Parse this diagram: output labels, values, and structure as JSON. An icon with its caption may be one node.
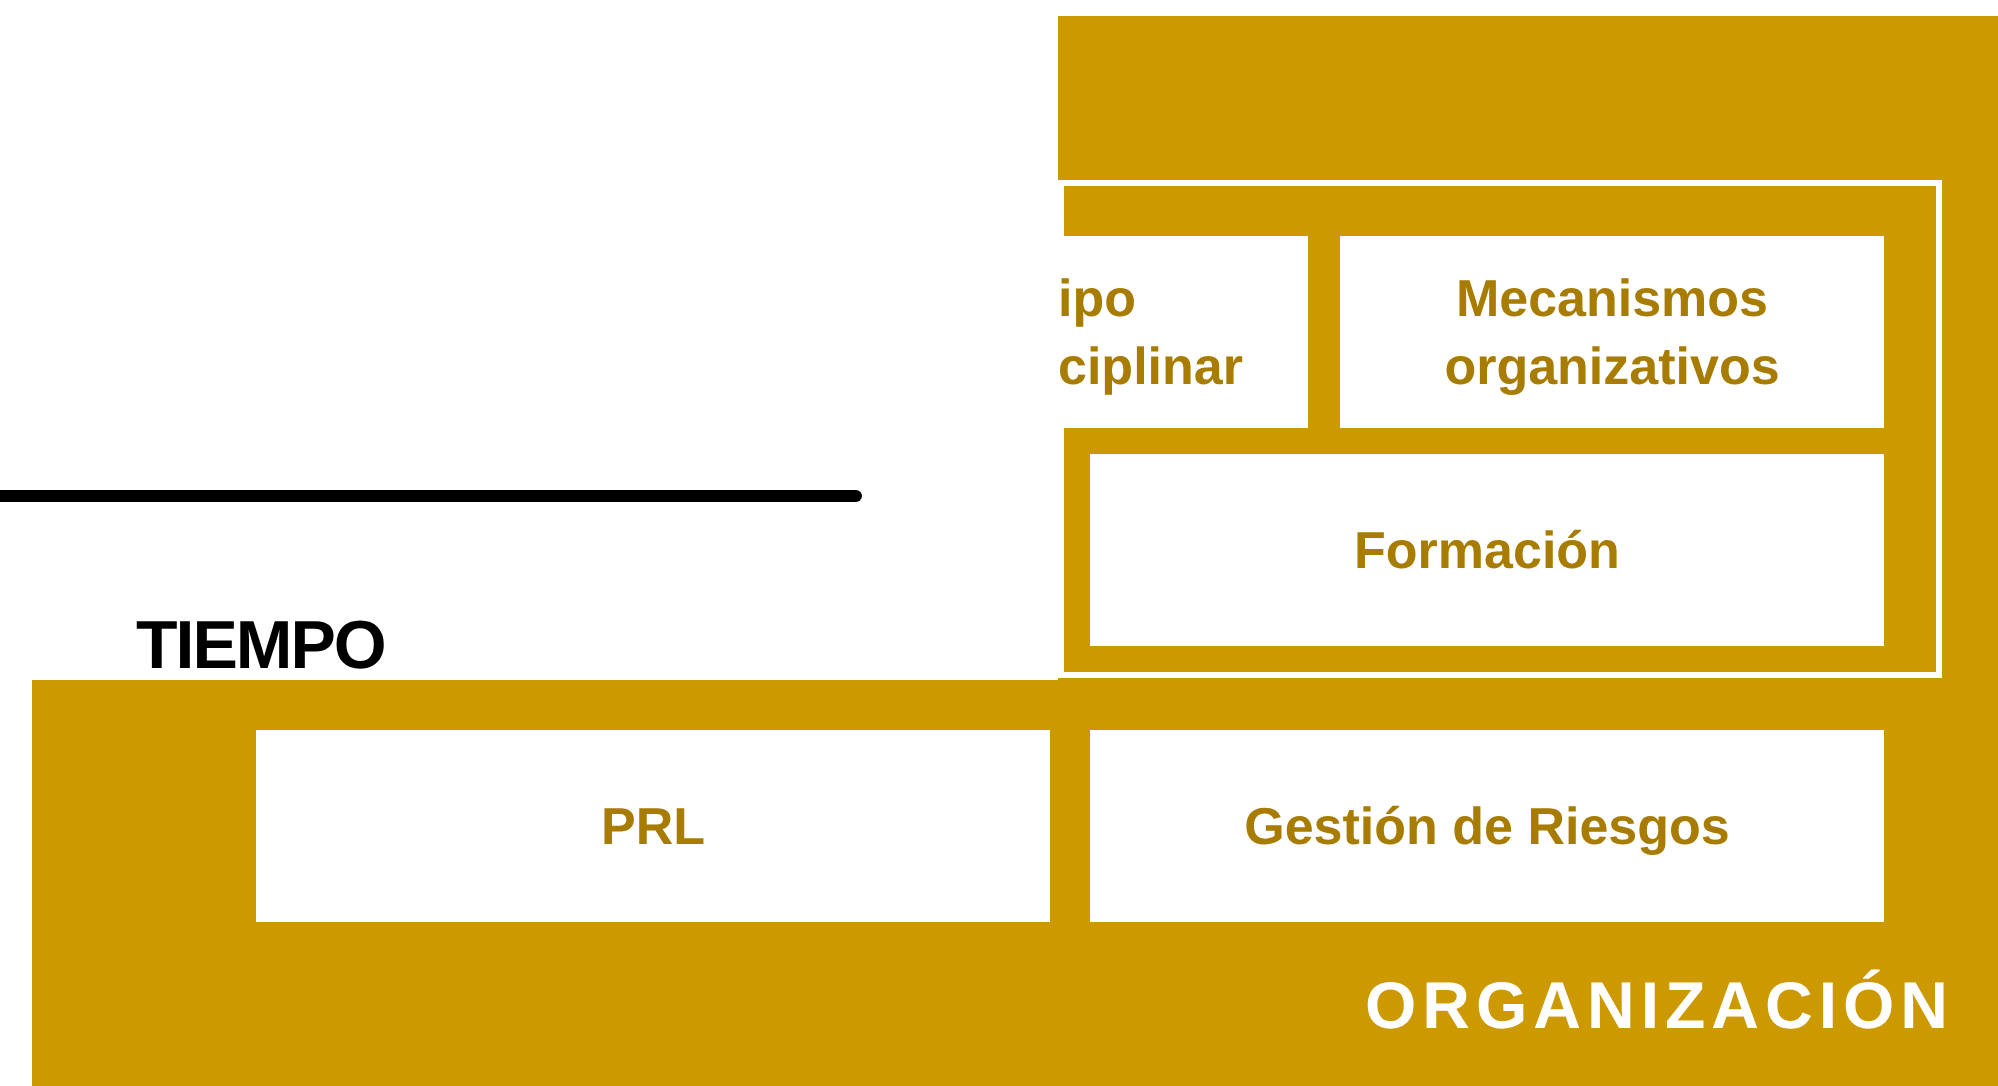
{
  "diagram": {
    "nodes": [
      {
        "text": [
          "ORGANIZACIÓN"
        ]
      },
      {
        "text": [],
        "shape": "box",
        "in": 0
      },
      {
        "text": [
          "ipo ciplinar"
        ],
        "in": 1
      },
      {
        "text": [
          "Mecanismos organizativos"
        ],
        "in": 1
      },
      {
        "text": [
          "Formación"
        ],
        "in": 1
      },
      {
        "text": [
          "PRL"
        ],
        "in": 0
      },
      {
        "text": [
          "Gestión de Riesgos"
        ],
        "in": 0
      }
    ],
    "labels": [
      "TIEMPO"
    ]
  }
}
